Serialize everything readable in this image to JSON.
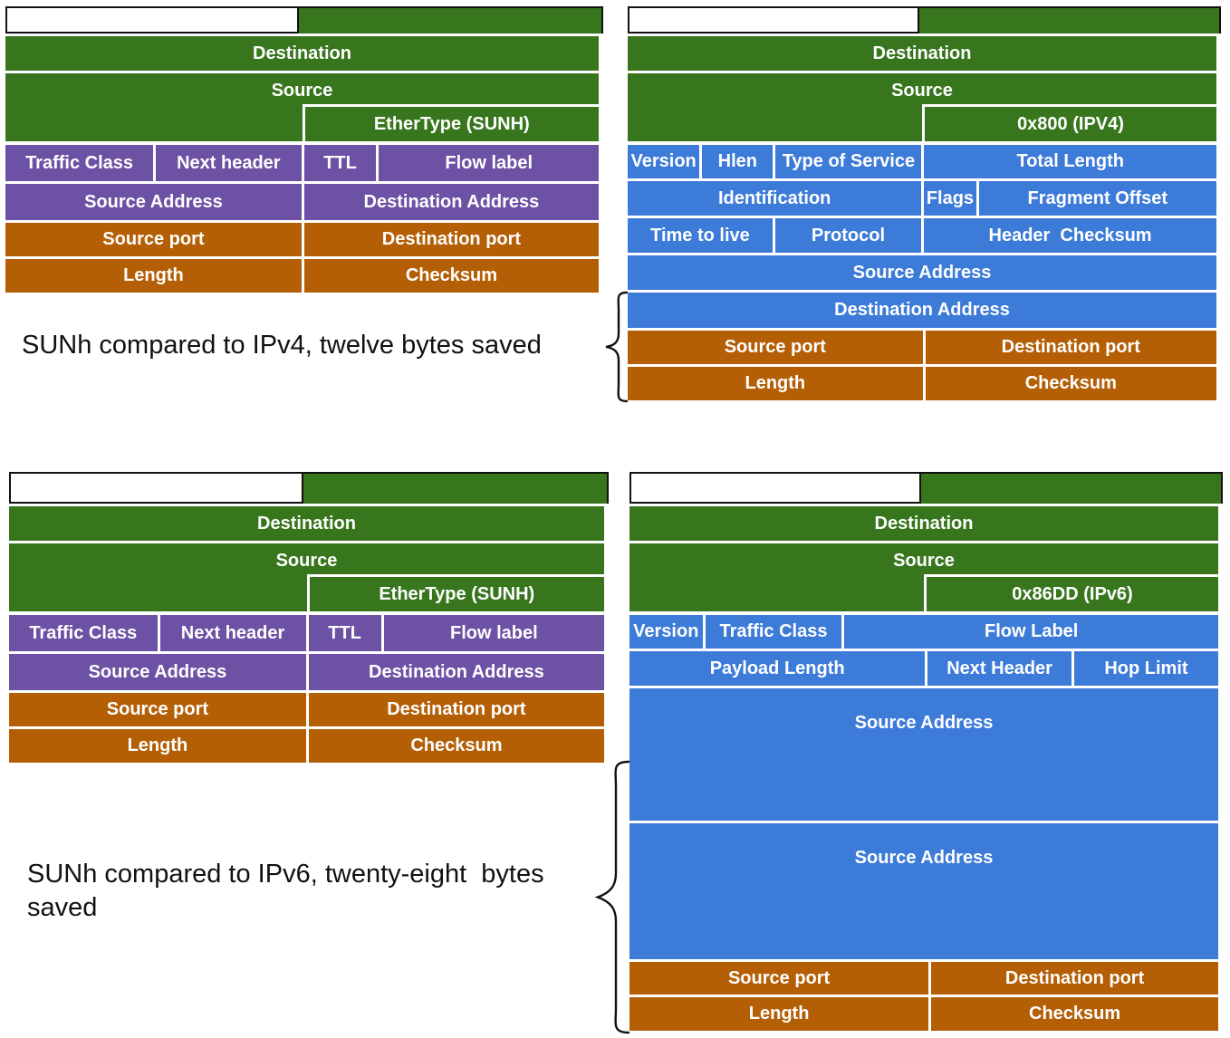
{
  "colors": {
    "ethernet_green": "#38761d",
    "sunh_purple": "#6d51a4",
    "ip_blue": "#3d7bd8",
    "udp_orange": "#b45f06",
    "cell_text": "#ffffff",
    "annotation_text": "#111111",
    "box_border": "#111111"
  },
  "annotations": {
    "ipv4": "SUNh compared to IPv4, twelve bytes saved",
    "ipv6": "SUNh compared to IPv6, twenty-eight  bytes saved"
  },
  "diagrams": {
    "sunh": {
      "ethernet": {
        "destination": "Destination",
        "source": "Source",
        "ethertype": "EtherType (SUNH)"
      },
      "fields": {
        "traffic_class": "Traffic Class",
        "next_header": "Next header",
        "ttl": "TTL",
        "flow_label": "Flow label",
        "source_address": "Source Address",
        "destination_address": "Destination Address"
      },
      "udp": {
        "source_port": "Source port",
        "destination_port": "Destination port",
        "length": "Length",
        "checksum": "Checksum"
      }
    },
    "ipv4": {
      "ethernet": {
        "destination": "Destination",
        "source": "Source",
        "ethertype": "0x800 (IPV4)"
      },
      "fields": {
        "version": "Version",
        "hlen": "Hlen",
        "type_of_service": "Type of Service",
        "total_length": "Total Length",
        "identification": "Identification",
        "flags": "Flags",
        "fragment_offset": "Fragment Offset",
        "time_to_live": "Time to live",
        "protocol": "Protocol",
        "header_checksum": "Header  Checksum",
        "source_address": "Source Address",
        "destination_address": "Destination Address"
      },
      "udp": {
        "source_port": "Source port",
        "destination_port": "Destination port",
        "length": "Length",
        "checksum": "Checksum"
      }
    },
    "ipv6": {
      "ethernet": {
        "destination": "Destination",
        "source": "Source",
        "ethertype": "0x86DD (IPv6)"
      },
      "fields": {
        "version": "Version",
        "traffic_class": "Traffic Class",
        "flow_label": "Flow Label",
        "payload_length": "Payload Length",
        "next_header": "Next Header",
        "hop_limit": "Hop Limit",
        "address_block1": "Source Address",
        "address_block2": "Source Address"
      },
      "udp": {
        "source_port": "Source port",
        "destination_port": "Destination port",
        "length": "Length",
        "checksum": "Checksum"
      }
    }
  }
}
